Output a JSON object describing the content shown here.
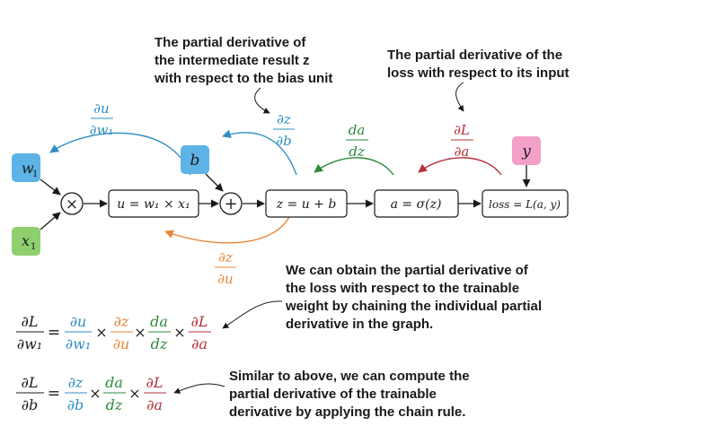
{
  "colors": {
    "blue": "#2f8fc4",
    "orange": "#e8873a",
    "green": "#2b8a3e",
    "red": "#b5303a",
    "w_box": "#5db3e6",
    "b_box": "#5db3e6",
    "x_box": "#8fcf6e",
    "y_box": "#f2a0c8",
    "black": "#1a1a1a"
  },
  "annotations": {
    "bias": [
      "The partial derivative of",
      "the intermediate result z",
      "with respect to the bias unit"
    ],
    "loss": [
      "The partial derivative of the",
      "loss with respect to its input"
    ],
    "weight": [
      "We can obtain the partial derivative of",
      "the loss with respect to the trainable",
      "weight by chaining the individual partial",
      "derivative in the graph."
    ],
    "similar": [
      "Similar to above, we can compute the",
      "partial derivative of the trainable",
      "derivative by applying the chain rule."
    ]
  },
  "inputs": {
    "w": "w",
    "w_sub": "1",
    "x": "x",
    "x_sub": "1",
    "b": "b",
    "y": "y"
  },
  "ops": {
    "multiply": "×",
    "add": "+"
  },
  "nodes": {
    "u": "u = w₁ × x₁",
    "z": "z = u + b",
    "a": "a = σ(z)",
    "loss": "loss = L(a, y)"
  },
  "fractions": {
    "du_dw": {
      "num": "∂u",
      "den": "∂w₁"
    },
    "dz_db": {
      "num": "∂z",
      "den": "∂b"
    },
    "da_dz": {
      "num": "da",
      "den": "dz"
    },
    "dL_da": {
      "num": "∂L",
      "den": "∂a"
    },
    "dz_du": {
      "num": "∂z",
      "den": "∂u"
    }
  },
  "equations": {
    "eq1": {
      "lhs": {
        "num": "∂L",
        "den": "∂w₁"
      },
      "eq": "=",
      "terms": [
        {
          "num": "∂u",
          "den": "∂w₁",
          "color": "blue"
        },
        {
          "num": "∂z",
          "den": "∂u",
          "color": "orange"
        },
        {
          "num": "da",
          "den": "dz",
          "color": "green"
        },
        {
          "num": "∂L",
          "den": "∂a",
          "color": "red"
        }
      ],
      "times": "×"
    },
    "eq2": {
      "lhs": {
        "num": "∂L",
        "den": "∂b"
      },
      "eq": "=",
      "terms": [
        {
          "num": "∂z",
          "den": "∂b",
          "color": "blue"
        },
        {
          "num": "da",
          "den": "dz",
          "color": "green"
        },
        {
          "num": "∂L",
          "den": "∂a",
          "color": "red"
        }
      ],
      "times": "×"
    }
  }
}
